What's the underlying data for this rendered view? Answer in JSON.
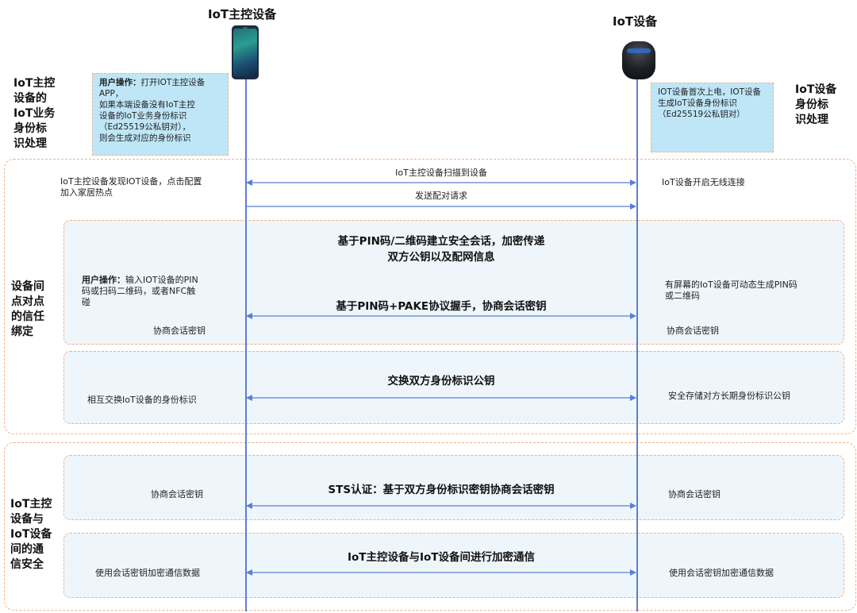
{
  "actors": {
    "left": "IoT主控设备",
    "right": "IoT设备"
  },
  "sections": {
    "identity_left": [
      "IoT主控",
      "设备的",
      "IoT业务",
      "身份标",
      "识处理"
    ],
    "identity_right": [
      "IoT设备",
      "身份标",
      "识处理"
    ],
    "binding": [
      "设备间",
      "点对点",
      "的信任",
      "绑定"
    ],
    "security": [
      "IoT主控",
      "设备与",
      "IoT设备",
      "间的通",
      "信安全"
    ]
  },
  "notes": {
    "left_bold": "用户操作：",
    "left_rest": "打开IOT主控设备APP，",
    "left_lines": [
      "如果本端设备没有IoT主控",
      "设备的IoT业务身份标识",
      "（Ed25519公私钥对），",
      "则会生成对应的身份标识"
    ],
    "right": "IOT设备首次上电，IOT设备生成IoT设备身份标识（Ed25519公私钥对）"
  },
  "discovery": {
    "left_text": [
      "IoT主控设备发现IOT设备，点击配置",
      "加入家居热点"
    ],
    "right_text": "IoT设备开启无线连接",
    "msg1": "IoT主控设备扫描到设备",
    "msg2": "发送配对请求"
  },
  "pin": {
    "title": [
      "基于PIN码/二维码建立安全会话，加密传递",
      "双方公钥以及配网信息"
    ],
    "left_bold": "用户操作：",
    "left_rest": "输入IOT设备的PIN",
    "left_lines": [
      "码或扫码二维码，或者NFC触",
      "碰"
    ],
    "right_text": [
      "有屏幕的IoT设备可动态生成PIN码",
      "或二维码"
    ],
    "handshake": "基于PIN码+PAKE协议握手，协商会话密钥",
    "left_key": "协商会话密钥",
    "right_key": "协商会话密钥"
  },
  "exchange": {
    "title": "交换双方身份标识公钥",
    "left_text": "相互交换IoT设备的身份标识",
    "right_text": "安全存储对方长期身份标识公钥"
  },
  "sts": {
    "title": "STS认证：基于双方身份标识密钥协商会话密钥",
    "left_text": "协商会话密钥",
    "right_text": "协商会话密钥"
  },
  "encrypted": {
    "title": "IoT主控设备与IoT设备间进行加密通信",
    "left_text": "使用会话密钥加密通信数据",
    "right_text": "使用会话密钥加密通信数据"
  },
  "colors": {
    "accent": "#5b7fd1",
    "dash": "#f4b183",
    "note_bg": "#bfe6f7",
    "panel_bg": "#eef6fb"
  }
}
